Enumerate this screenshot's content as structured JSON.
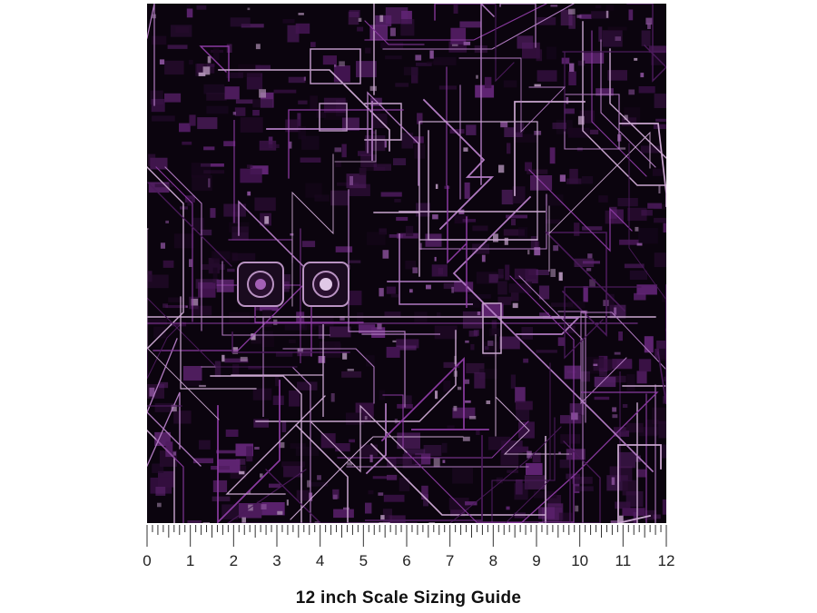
{
  "ruler": {
    "unit_labels": [
      "0",
      "1",
      "2",
      "3",
      "4",
      "5",
      "6",
      "7",
      "8",
      "9",
      "10",
      "11",
      "12"
    ],
    "subdivisions_per_unit": 8
  },
  "caption": "12 inch Scale Sizing Guide",
  "colors": {
    "pattern_background": "#0b040e",
    "trace_light": "#c9a6cf",
    "trace_purple": "#8a3aa0",
    "trace_dark": "#4a1a5a"
  }
}
